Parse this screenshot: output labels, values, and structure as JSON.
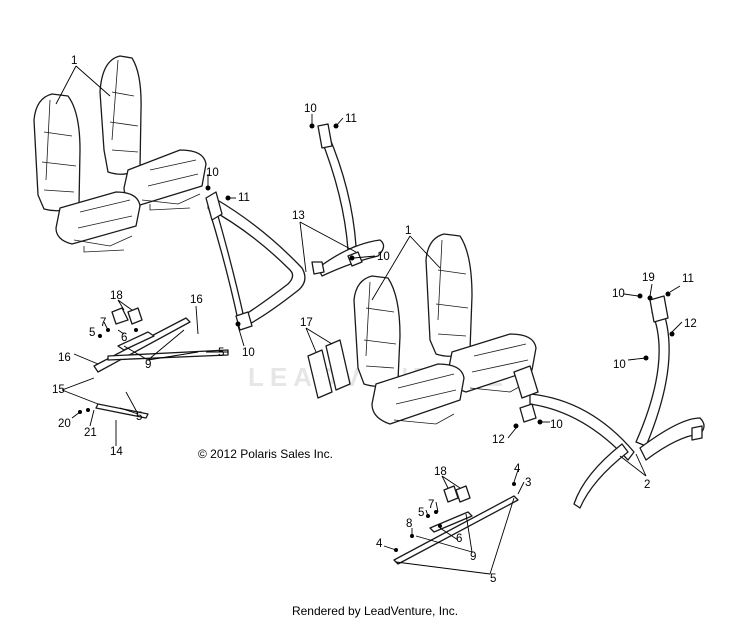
{
  "watermark": "LEADVENTURE",
  "copyright": "© 2012 Polaris Sales Inc.",
  "footer": "Rendered by LeadVenture, Inc.",
  "callouts": [
    {
      "id": "c1a",
      "label": "1"
    },
    {
      "id": "c10a",
      "label": "10"
    },
    {
      "id": "c11a",
      "label": "11"
    },
    {
      "id": "c10b",
      "label": "10"
    },
    {
      "id": "c11b",
      "label": "11"
    },
    {
      "id": "c13",
      "label": "13"
    },
    {
      "id": "c1b",
      "label": "1"
    },
    {
      "id": "c10c",
      "label": "10"
    },
    {
      "id": "c10d",
      "label": "10"
    },
    {
      "id": "c19",
      "label": "19"
    },
    {
      "id": "c11c",
      "label": "11"
    },
    {
      "id": "c12a",
      "label": "12"
    },
    {
      "id": "c10e",
      "label": "10"
    },
    {
      "id": "c18a",
      "label": "18"
    },
    {
      "id": "c16a",
      "label": "16"
    },
    {
      "id": "c7a",
      "label": "7"
    },
    {
      "id": "c5a",
      "label": "5"
    },
    {
      "id": "c6a",
      "label": "6"
    },
    {
      "id": "c16b",
      "label": "16"
    },
    {
      "id": "c9a",
      "label": "9"
    },
    {
      "id": "c5b",
      "label": "5"
    },
    {
      "id": "c15",
      "label": "15"
    },
    {
      "id": "c20",
      "label": "20"
    },
    {
      "id": "c21",
      "label": "21"
    },
    {
      "id": "c5c",
      "label": "5"
    },
    {
      "id": "c14",
      "label": "14"
    },
    {
      "id": "c10f",
      "label": "10"
    },
    {
      "id": "c17",
      "label": "17"
    },
    {
      "id": "c12b",
      "label": "12"
    },
    {
      "id": "c10g",
      "label": "10"
    },
    {
      "id": "c2",
      "label": "2"
    },
    {
      "id": "c18b",
      "label": "18"
    },
    {
      "id": "c4a",
      "label": "4"
    },
    {
      "id": "c3",
      "label": "3"
    },
    {
      "id": "c7b",
      "label": "7"
    },
    {
      "id": "c5d",
      "label": "5"
    },
    {
      "id": "c8",
      "label": "8"
    },
    {
      "id": "c6b",
      "label": "6"
    },
    {
      "id": "c4b",
      "label": "4"
    },
    {
      "id": "c9b",
      "label": "9"
    },
    {
      "id": "c5e",
      "label": "5"
    }
  ]
}
